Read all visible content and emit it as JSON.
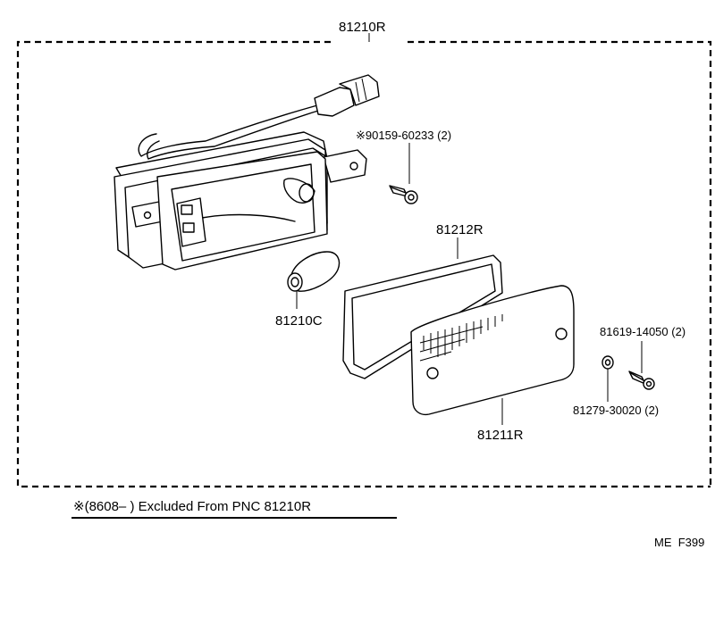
{
  "labels": {
    "assembly": "81210R",
    "screw_top": "※90159-60233 (2)",
    "gasket": "81212R",
    "bulb": "81210C",
    "lens": "81211R",
    "screw_right": "81619-14050 (2)",
    "washer": "81279-30020 (2)"
  },
  "footer": {
    "note": "※(8608–        ) Excluded From PNC 81210R",
    "code": "ME  F399"
  }
}
